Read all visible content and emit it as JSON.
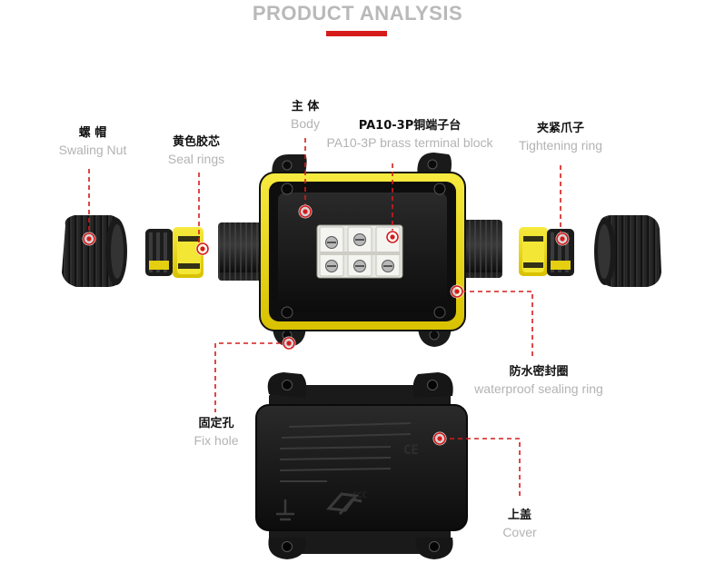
{
  "header": {
    "title": "PRODUCT ANALYSIS",
    "accent_color": "#d61b1b"
  },
  "labels": {
    "swaling_nut": {
      "cn": "螺 帽",
      "en": "Swaling Nut"
    },
    "seal_rings": {
      "cn": "黄色胶芯",
      "en": "Seal rings"
    },
    "body": {
      "cn": "主 体",
      "en": "Body"
    },
    "terminal_block": {
      "cn": "PA10-3P铜端子台",
      "en": "PA10-3P brass terminal block"
    },
    "tightening_ring": {
      "cn": "夹紧爪子",
      "en": "Tightening ring"
    },
    "sealing_ring": {
      "cn": "防水密封圈",
      "en": "waterproof sealing ring"
    },
    "fix_hole": {
      "cn": "固定孔",
      "en": "Fix hole"
    },
    "cover": {
      "cn": "上盖",
      "en": "Cover"
    }
  },
  "cover_print": {
    "ce_mark": "CE",
    "ccc_mark": "CCC"
  },
  "colors": {
    "housing_yellow": "#f1e21b",
    "plastic_black": "#161616",
    "leader_red": "#d61b1b"
  }
}
